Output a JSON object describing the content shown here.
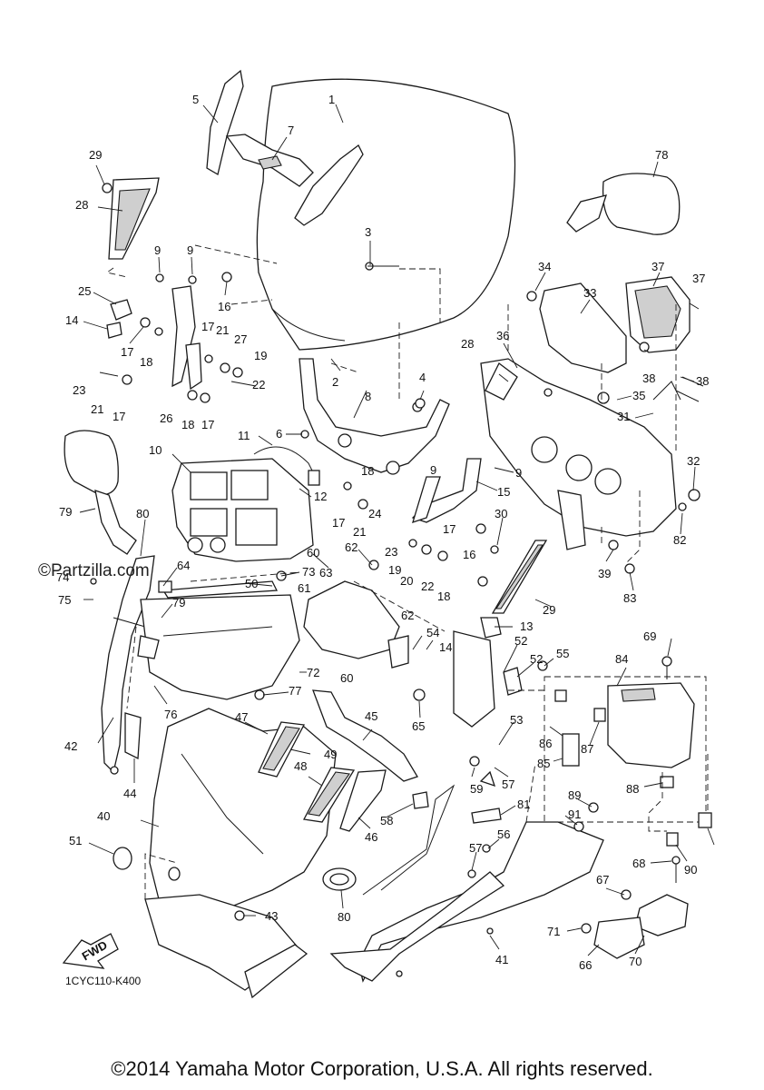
{
  "watermark": "©Partzilla.com",
  "diagram_code": "1CYC110-K400",
  "copyright": "©2014 Yamaha Motor Corporation, U.S.A. All rights reserved.",
  "fwd_label": "FWD",
  "callouts": [
    "1",
    "2",
    "3",
    "4",
    "5",
    "6",
    "7",
    "8",
    "9",
    "9",
    "9",
    "9",
    "10",
    "11",
    "12",
    "13",
    "14",
    "14",
    "15",
    "16",
    "16",
    "17",
    "17",
    "17",
    "17",
    "17",
    "17",
    "18",
    "18",
    "18",
    "18",
    "19",
    "19",
    "20",
    "21",
    "21",
    "21",
    "22",
    "22",
    "23",
    "23",
    "24",
    "25",
    "26",
    "27",
    "28",
    "28",
    "29",
    "29",
    "30",
    "31",
    "32",
    "33",
    "34",
    "35",
    "36",
    "37",
    "37",
    "38",
    "38",
    "39",
    "40",
    "41",
    "42",
    "43",
    "44",
    "45",
    "46",
    "47",
    "48",
    "49",
    "50",
    "51",
    "52",
    "52",
    "53",
    "54",
    "55",
    "56",
    "57",
    "57",
    "58",
    "59",
    "60",
    "60",
    "61",
    "62",
    "62",
    "63",
    "64",
    "65",
    "66",
    "67",
    "68",
    "69",
    "70",
    "71",
    "72",
    "73",
    "74",
    "75",
    "76",
    "77",
    "78",
    "79",
    "79",
    "80",
    "80",
    "81",
    "82",
    "83",
    "84",
    "85",
    "86",
    "87",
    "88",
    "89",
    "90",
    "91"
  ]
}
